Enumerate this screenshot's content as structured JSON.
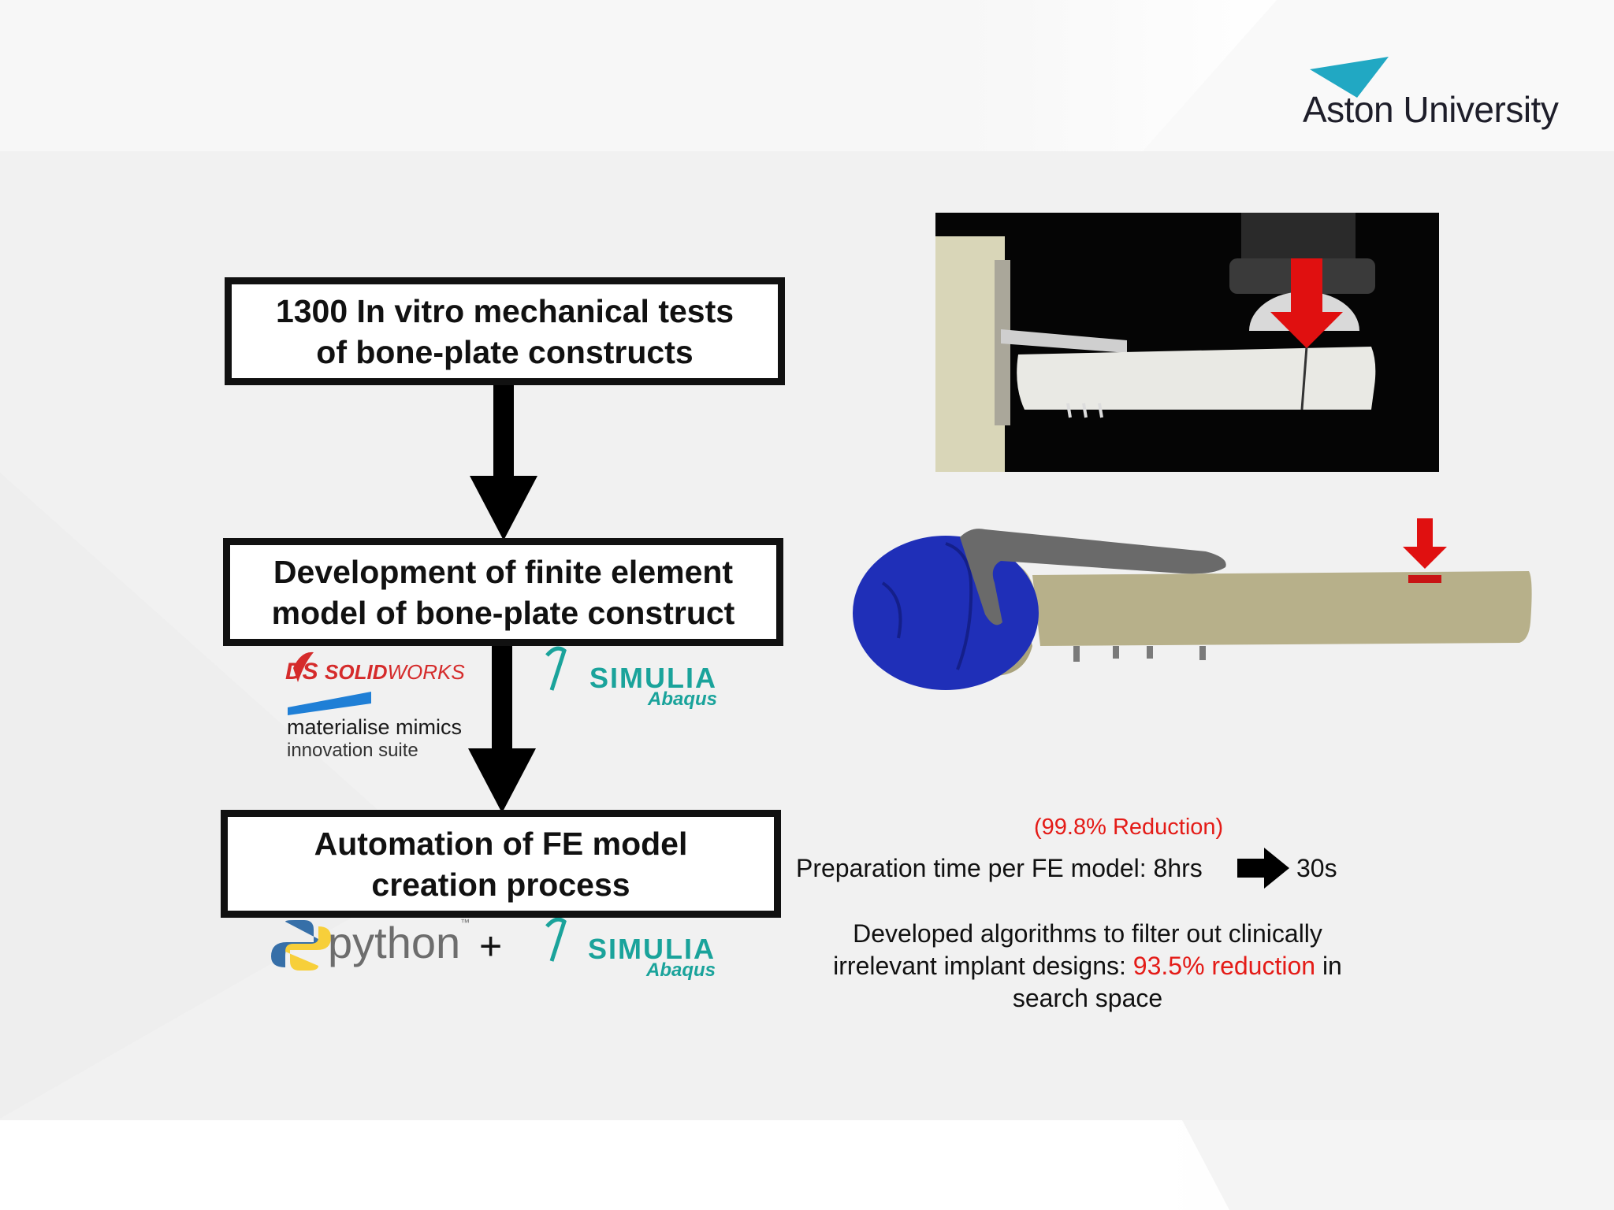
{
  "brand": {
    "university": "Aston University",
    "accent_color": "#21a8c3"
  },
  "flow": {
    "box1": {
      "line1": "1300 In vitro mechanical tests",
      "line2": "of bone-plate constructs"
    },
    "box2": {
      "line1": "Development of finite element",
      "line2": "model of bone-plate construct"
    },
    "box3": {
      "line1": "Automation of FE model",
      "line2": "creation process"
    }
  },
  "logos": {
    "solidworks": {
      "ds": "DS",
      "solid": "SOLID",
      "works": "WORKS"
    },
    "mimics": {
      "line1": "materialise mimics",
      "line2": "innovation suite"
    },
    "simulia": {
      "name": "SIMULIA",
      "sub": "Abaqus"
    },
    "python": {
      "name": "python",
      "tm": "™"
    },
    "plus": "+"
  },
  "results": {
    "reduction_label": "(99.8% Reduction)",
    "prep_prefix": "Preparation time per FE model: 8hrs",
    "prep_suffix": "30s",
    "algo_line1": "Developed algorithms to filter out clinically",
    "algo_line2_pre": "irrelevant implant designs: ",
    "algo_line2_red": "93.5% reduction",
    "algo_line2_post": " in",
    "algo_line3": "search space"
  },
  "colors": {
    "red_highlight": "#e41b17",
    "solidworks_red": "#d52b2b",
    "simulia_teal": "#1aa39b",
    "bone_color": "#b7b08a",
    "femoral_head_blue": "#1f2fb8"
  }
}
